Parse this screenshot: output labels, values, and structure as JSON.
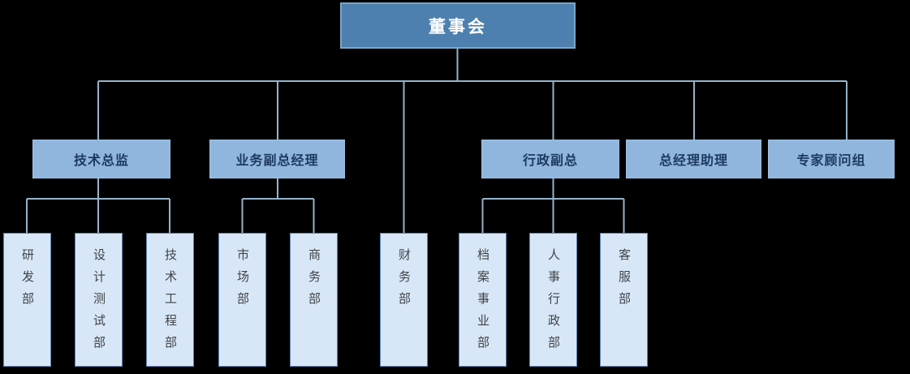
{
  "diagram": {
    "type": "org-chart",
    "root": {
      "label": "董事会"
    },
    "managers": [
      {
        "label": "技术总监",
        "parent": "董事会"
      },
      {
        "label": "业务副总经理",
        "parent": "董事会"
      },
      {
        "label": "行政副总",
        "parent": "董事会"
      },
      {
        "label": "总经理助理",
        "parent": "董事会"
      },
      {
        "label": "专家顾问组",
        "parent": "董事会"
      }
    ],
    "departments": [
      {
        "label": "研发部",
        "parent": "技术总监"
      },
      {
        "label": "设计测试部",
        "parent": "技术总监"
      },
      {
        "label": "技术工程部",
        "parent": "技术总监"
      },
      {
        "label": "市场部",
        "parent": "业务副总经理"
      },
      {
        "label": "商务部",
        "parent": "业务副总经理"
      },
      {
        "label": "财务部",
        "parent": "董事会"
      },
      {
        "label": "档案事业部",
        "parent": "行政副总"
      },
      {
        "label": "人事行政部",
        "parent": "行政副总"
      },
      {
        "label": "客服部",
        "parent": "行政副总"
      }
    ],
    "colors": {
      "background": "#000000",
      "root_fill": "#4d80ae",
      "root_border": "#7ea6c6",
      "root_text": "#ffffff",
      "manager_fill": "#90b6de",
      "manager_text": "#1e3a60",
      "department_fill": "#d8e7f7",
      "department_border": "#5b84b1",
      "department_text": "#3f4348",
      "connector": "#94b3cd"
    }
  }
}
